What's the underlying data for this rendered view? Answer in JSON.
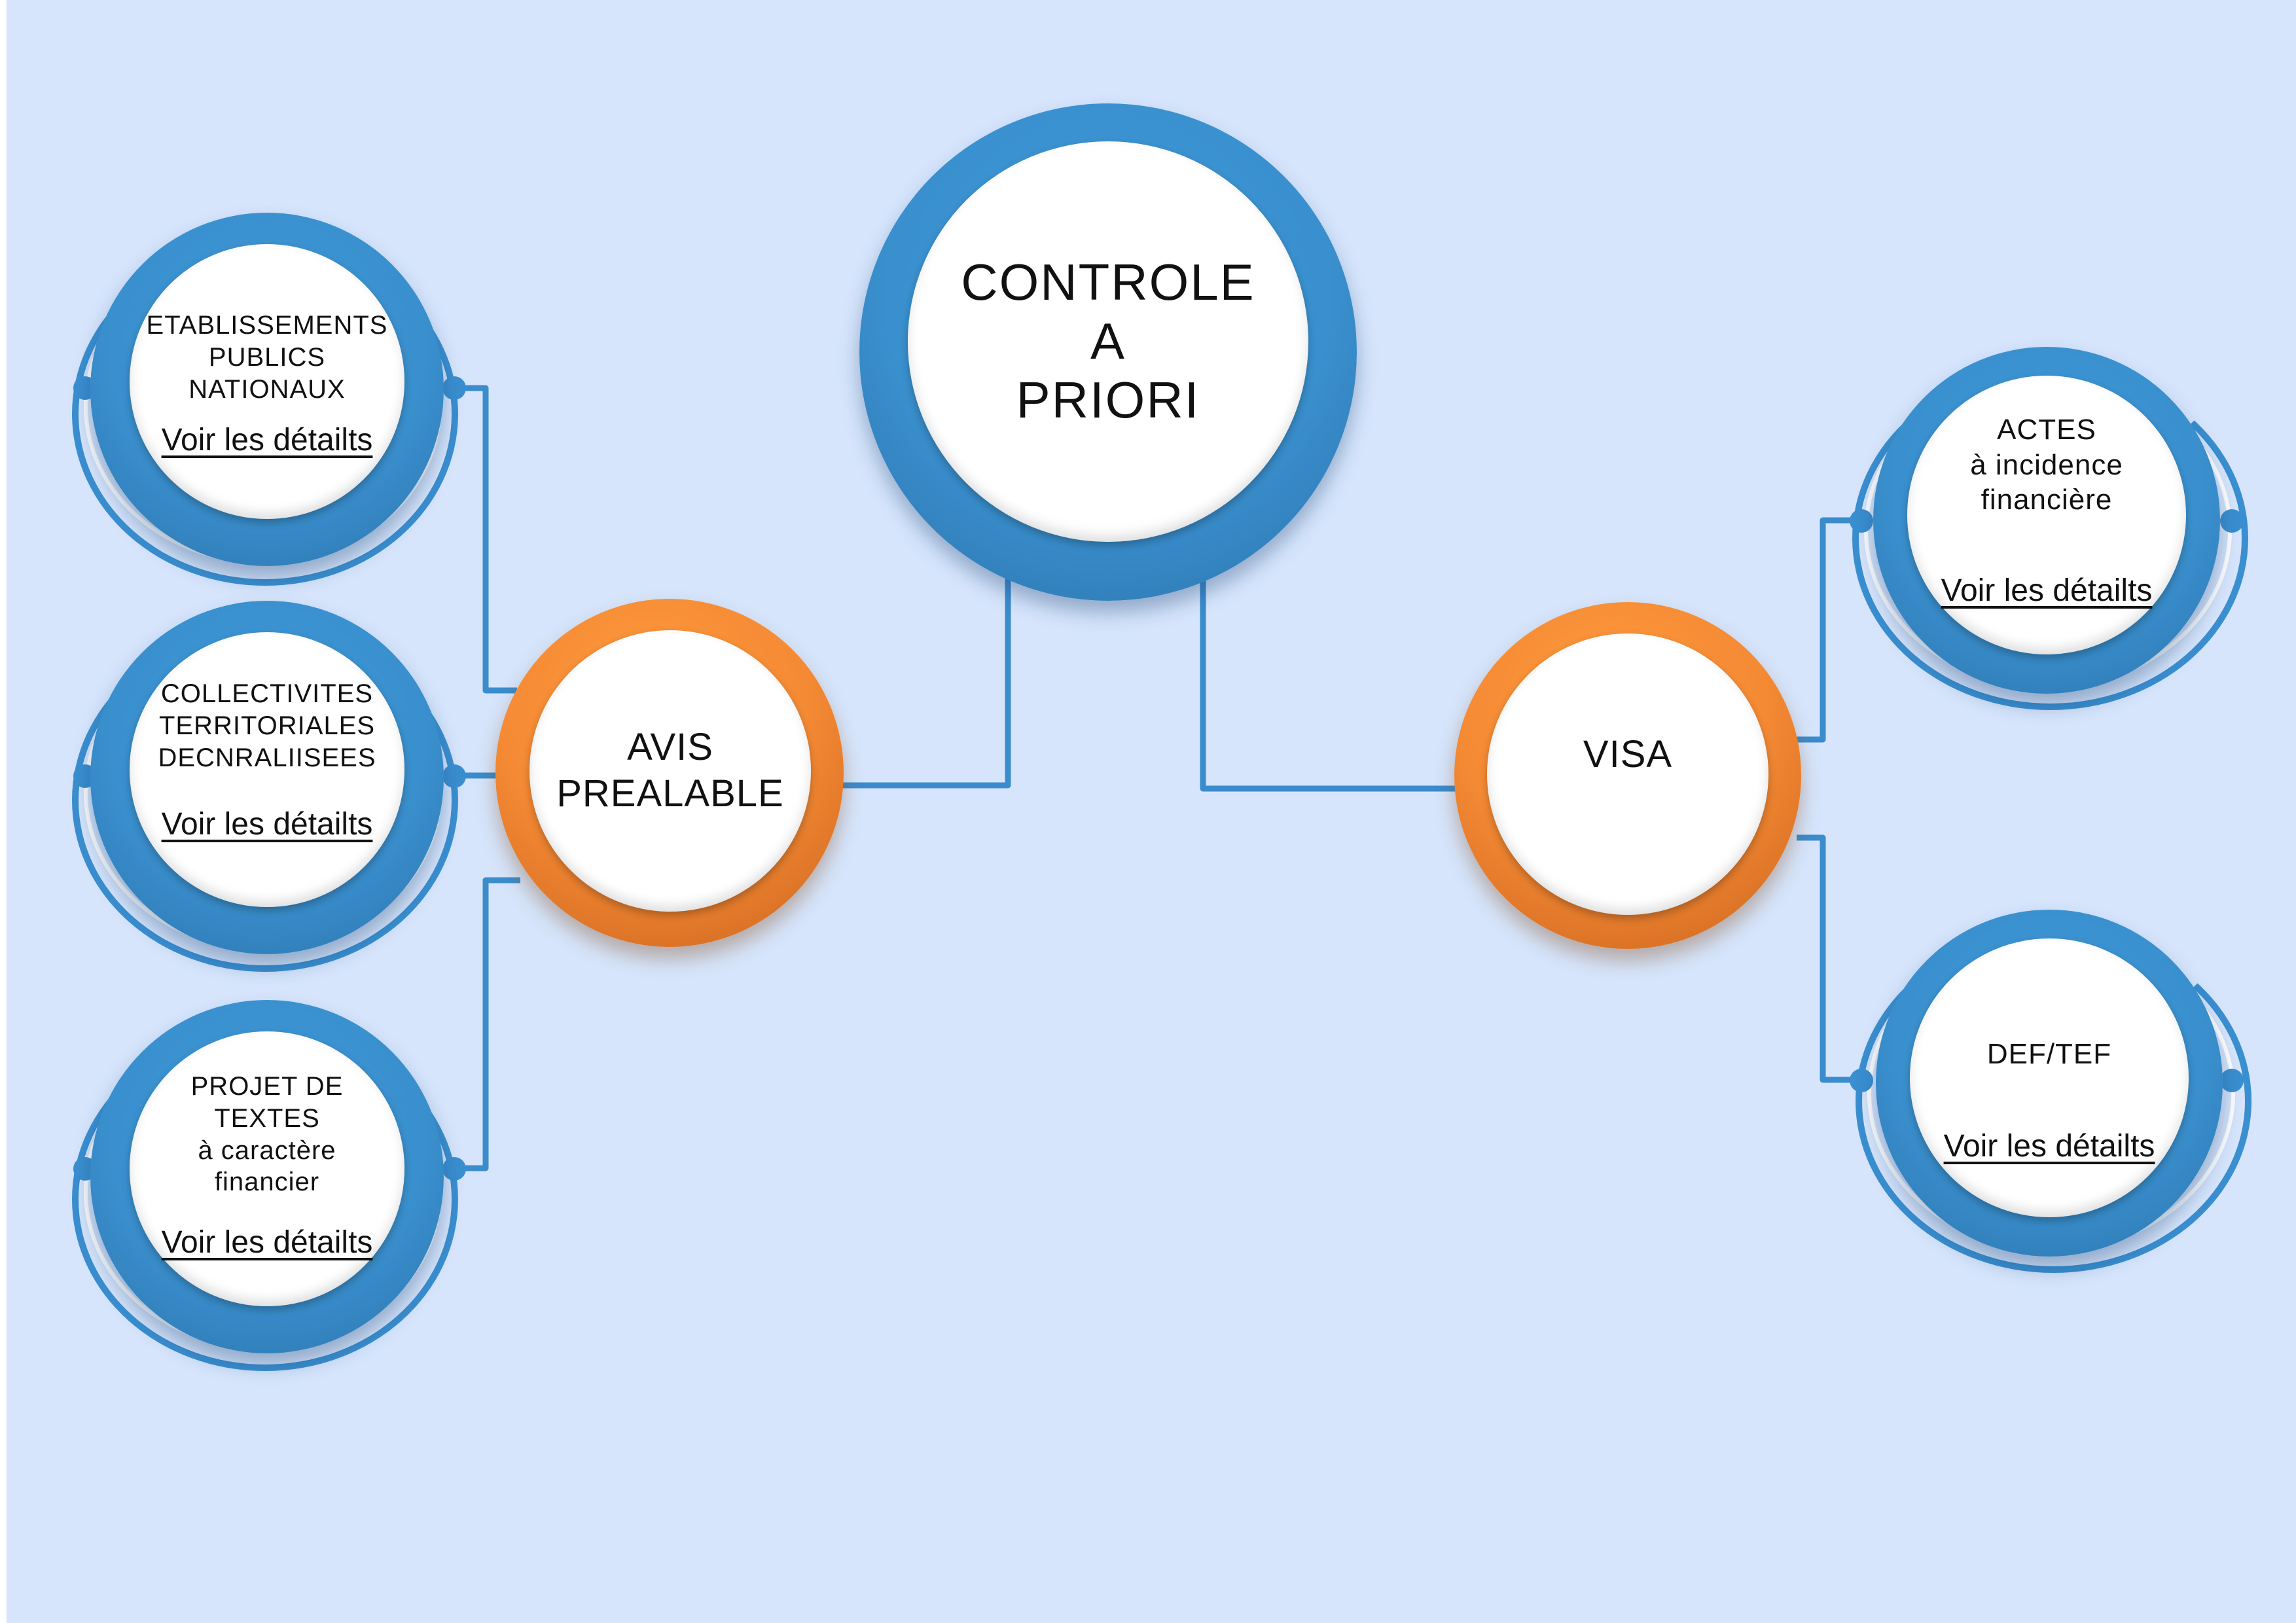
{
  "colors": {
    "background": "#d6e5fc",
    "blue": "#3a8fd0",
    "orange": "#f58a34",
    "wire": "#3b8ccc"
  },
  "center": {
    "lines": [
      "CONTROLE",
      "A",
      "PRIORI"
    ]
  },
  "avis": {
    "lines": [
      "AVIS",
      "PREALABLE"
    ]
  },
  "visa": {
    "lines": [
      "VISA"
    ]
  },
  "link_label": "Voir les détailts",
  "left_nodes": [
    {
      "lines": [
        "ETABLISSEMENTS",
        "PUBLICS",
        "NATIONAUX"
      ],
      "link": "Voir les détailts"
    },
    {
      "lines": [
        "COLLECTIVITES",
        "TERRITORIALES",
        "DECNRALIISEES"
      ],
      "link": "Voir les détailts"
    },
    {
      "lines": [
        "PROJET DE",
        "TEXTES",
        "à caractère",
        "financier"
      ],
      "link": "Voir les détailts"
    }
  ],
  "right_nodes": [
    {
      "lines": [
        "ACTES",
        "à incidence",
        "financière"
      ],
      "link": "Voir les détailts"
    },
    {
      "lines": [
        "DEF/TEF"
      ],
      "link": "Voir les détailts"
    }
  ]
}
